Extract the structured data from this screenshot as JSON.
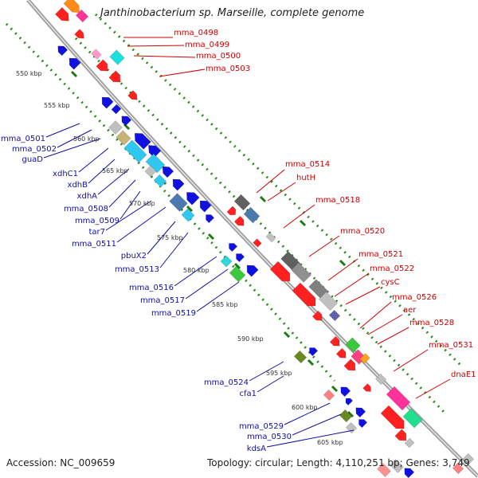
{
  "title": "Janthinobacterium sp. Marseille, complete genome",
  "footer": {
    "accession": "Accession: NC_009659",
    "topology": "Topology: circular; Length: 4,110,251 bp; Genes: 3,749"
  },
  "scale_labels": [
    "550 kbp",
    "555 kbp",
    "560 kbp",
    "565 kbp",
    "570 kbp",
    "575 kbp",
    "580 kbp",
    "585 kbp",
    "590 kbp",
    "595 kbp",
    "600 kbp",
    "605 kbp"
  ],
  "colors": {
    "blue_label": "#1010a0",
    "red_label": "#cc0000",
    "backbone": "#a0a0a0",
    "scale_dots": "#2a8a1a"
  },
  "left_genes": [
    "mma_0501",
    "mma_0502",
    "guaD",
    "xdhC1",
    "xdhB",
    "xdhA",
    "mma_0508",
    "mma_0509",
    "tar7",
    "mma_0511",
    "pbuX2",
    "mma_0513",
    "mma_0516",
    "mma_0517",
    "mma_0519",
    "mma_0524",
    "cfa1",
    "mma_0529",
    "mma_0530",
    "kdsA"
  ],
  "right_genes": [
    "mma_0498",
    "mma_0499",
    "mma_0500",
    "mma_0503",
    "mma_0514",
    "hutH",
    "mma_0518",
    "mma_0520",
    "mma_0521",
    "mma_0522",
    "cysC",
    "mma_0526",
    "aer",
    "mma_0528",
    "mma_0531",
    "dnaE1"
  ]
}
